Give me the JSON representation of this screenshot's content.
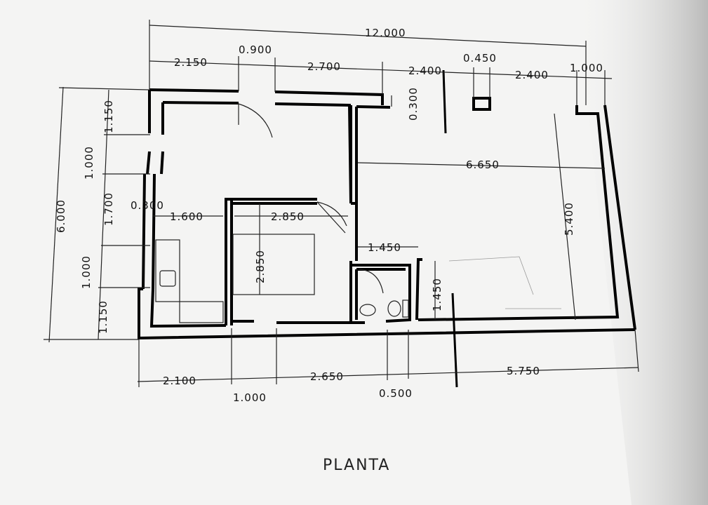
{
  "title": "PLANTA",
  "dimensions": {
    "overall_width": "12.000",
    "top_row": [
      "2.150",
      "0.900",
      "2.700",
      "2.400",
      "0.450",
      "2.400",
      "1.000"
    ],
    "top_right_depth": "0.300",
    "left_total": "6.000",
    "left_row": [
      "1.150",
      "1.000",
      "1.700",
      "1.000",
      "1.150"
    ],
    "window_depth": "0.300",
    "kitchen_width": "1.600",
    "bedroom_width": "2.850",
    "bedroom_depth": "2.850",
    "bath_width": "1.450",
    "bath_depth": "1.450",
    "living_width": "6.650",
    "living_depth": "5.400",
    "bottom_row": [
      "2.100",
      "1.000",
      "2.650",
      "0.500",
      "5.750"
    ]
  }
}
